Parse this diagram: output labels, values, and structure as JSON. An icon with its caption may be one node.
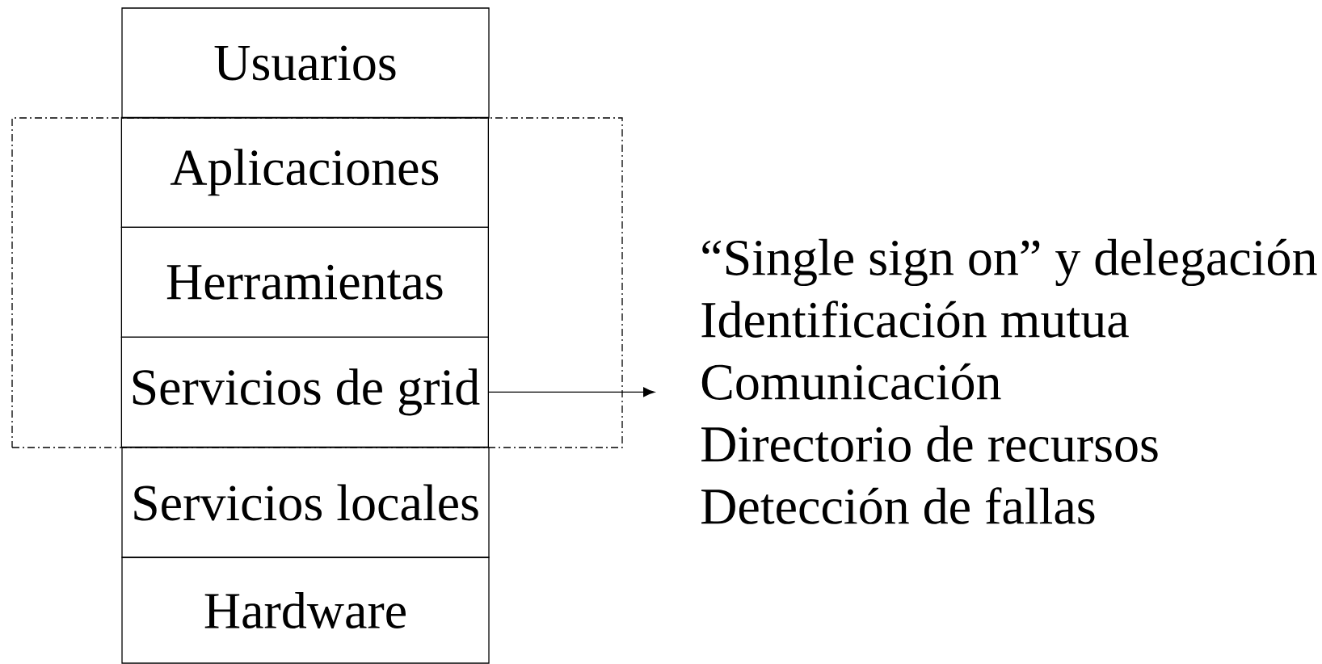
{
  "diagram": {
    "nodes": [
      {
        "text": [
          "Usuarios"
        ]
      },
      {
        "text": [],
        "shape": "box"
      },
      {
        "text": [
          "Aplicaciones"
        ],
        "in": 1
      },
      {
        "text": [
          "Herramientas"
        ],
        "in": 1
      },
      {
        "text": [
          "Servicios de grid"
        ],
        "in": 1
      },
      {
        "text": [
          "Servicios locales"
        ]
      },
      {
        "text": [
          "Hardware"
        ]
      },
      {
        "text": [
          "“Single sign on” y delegación",
          "Identificación mutua",
          "Comunicación",
          "Directorio de recursos",
          "Detección de fallas"
        ]
      }
    ],
    "edges": [
      {
        "from": 4,
        "to": 7,
        "arrow": "to"
      }
    ]
  }
}
